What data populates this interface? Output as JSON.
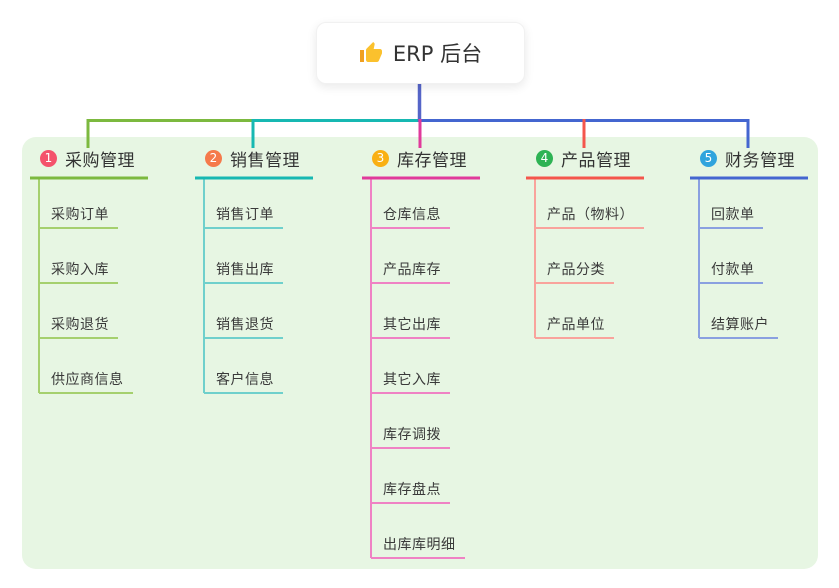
{
  "root": {
    "label": "ERP 后台",
    "icon": "thumbs-up-icon",
    "trunk_color": "#5565c8",
    "icon_colors": {
      "thumb": "#fbc12d",
      "cuff": "#f0a020"
    }
  },
  "branches": [
    {
      "badge": "1",
      "label": "采购管理",
      "color": "#7cb93f",
      "light_color": "#a5d06e",
      "badge_color": "#f4526b",
      "children": [
        "采购订单",
        "采购入库",
        "采购退货",
        "供应商信息"
      ]
    },
    {
      "badge": "2",
      "label": "销售管理",
      "color": "#17b8b2",
      "light_color": "#6fd0cc",
      "badge_color": "#f57a4b",
      "children": [
        "销售订单",
        "销售出库",
        "销售退货",
        "客户信息"
      ]
    },
    {
      "badge": "3",
      "label": "库存管理",
      "color": "#e03a9b",
      "light_color": "#ef82c4",
      "badge_color": "#f9b013",
      "children": [
        "仓库信息",
        "产品库存",
        "其它出库",
        "其它入库",
        "库存调拨",
        "库存盘点",
        "出库库明细"
      ]
    },
    {
      "badge": "4",
      "label": "产品管理",
      "color": "#f4564c",
      "light_color": "#f9a39c",
      "badge_color": "#2eb354",
      "children": [
        "产品（物料）",
        "产品分类",
        "产品单位"
      ]
    },
    {
      "badge": "5",
      "label": "财务管理",
      "color": "#4466d0",
      "light_color": "#8aa0e0",
      "badge_color": "#30a4dd",
      "children": [
        "回款单",
        "付款单",
        "结算账户"
      ]
    }
  ],
  "colors": {
    "panel_bg": "#e7f6e3",
    "page_bg": "#ffffff",
    "card_bg": "#ffffff",
    "text": "#333333"
  }
}
